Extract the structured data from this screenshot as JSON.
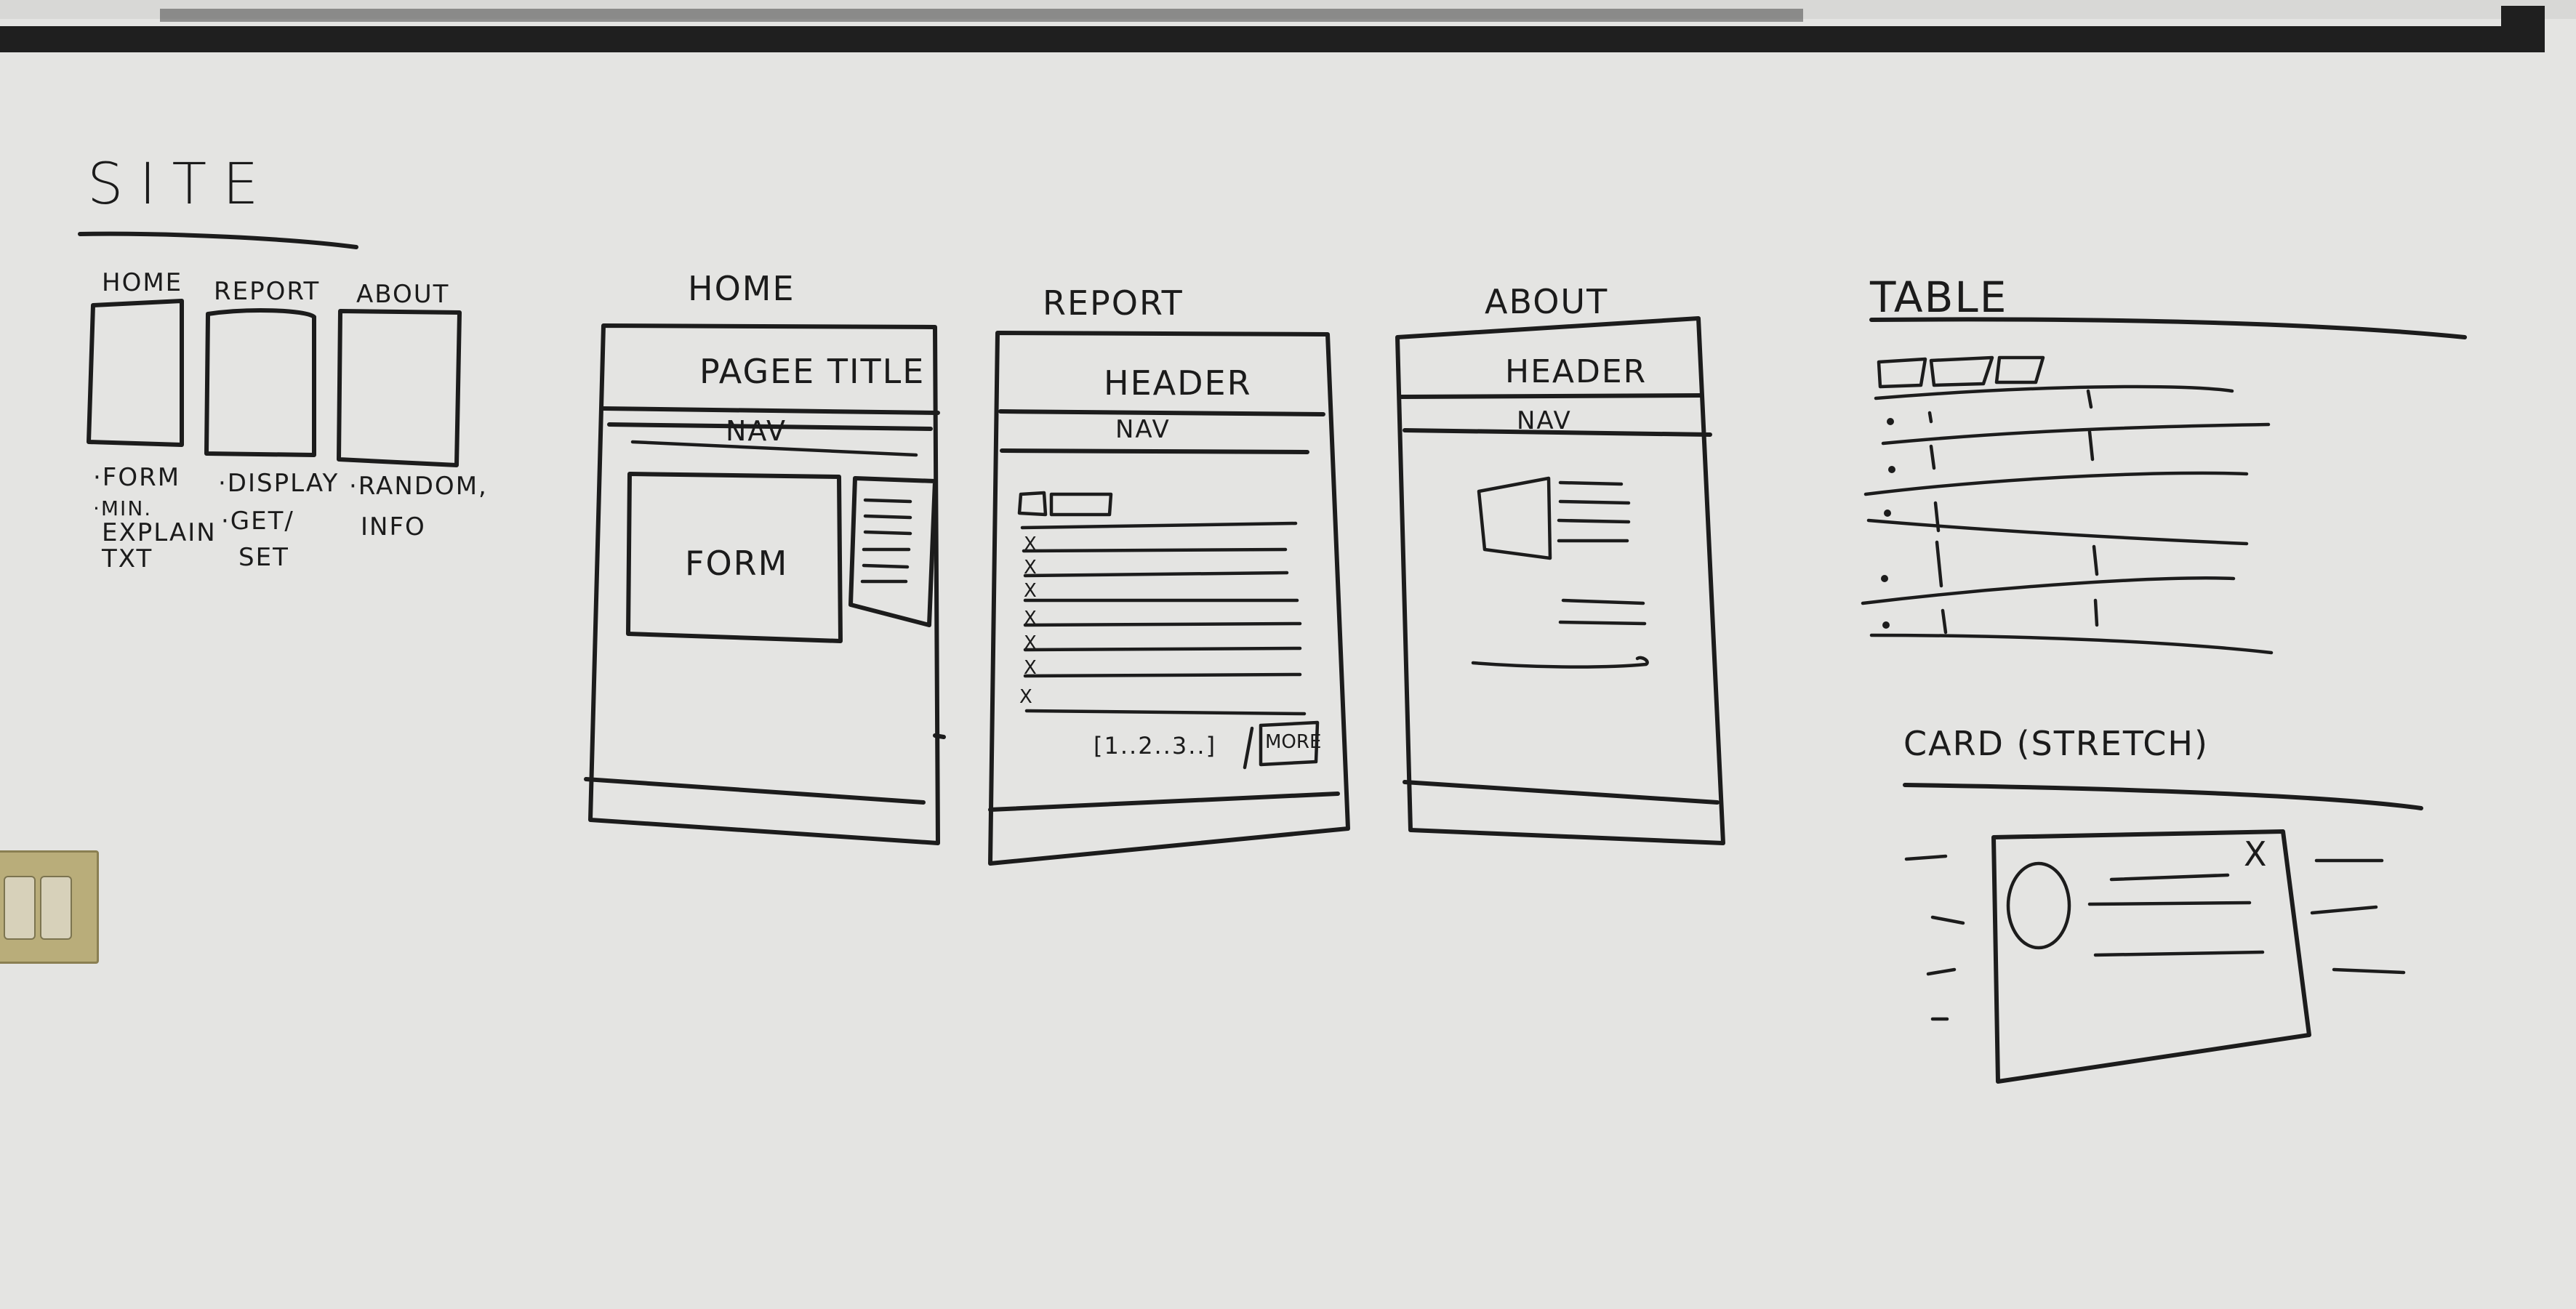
{
  "site": {
    "title": "SITE",
    "pages": [
      {
        "label": "HOME",
        "notes": [
          "·FORM",
          "·MIN.",
          "EXPLAIN",
          "TXT"
        ]
      },
      {
        "label": "REPORT",
        "notes": [
          "·DISPLAY",
          "·GET/",
          "SET"
        ]
      },
      {
        "label": "ABOUT",
        "notes": [
          "·RANDOM,",
          "INFO"
        ]
      }
    ]
  },
  "wireframes": {
    "home": {
      "label": "HOME",
      "title": "PAGEE TITLE",
      "nav": "NAV",
      "form": "FORM"
    },
    "report": {
      "label": "REPORT",
      "header": "HEADER",
      "nav": "NAV",
      "row_mark": "X",
      "pagination": "[1..2..3..]",
      "more": "MORE"
    },
    "about": {
      "label": "ABOUT",
      "header": "HEADER",
      "nav": "NAV"
    }
  },
  "components": {
    "table": {
      "label": "TABLE"
    },
    "card": {
      "label": "CARD (STRETCH)",
      "close": "X"
    }
  }
}
